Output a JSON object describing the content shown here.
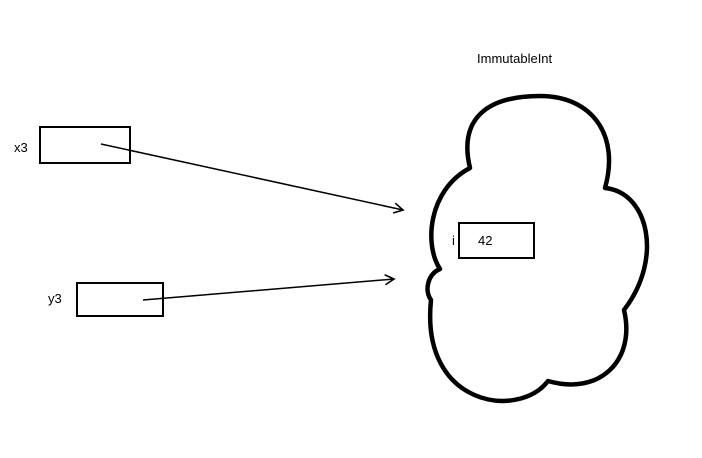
{
  "object": {
    "class_name": "ImmutableInt",
    "field_name": "i",
    "field_value": "42"
  },
  "variables": [
    {
      "name": "x3"
    },
    {
      "name": "y3"
    }
  ]
}
